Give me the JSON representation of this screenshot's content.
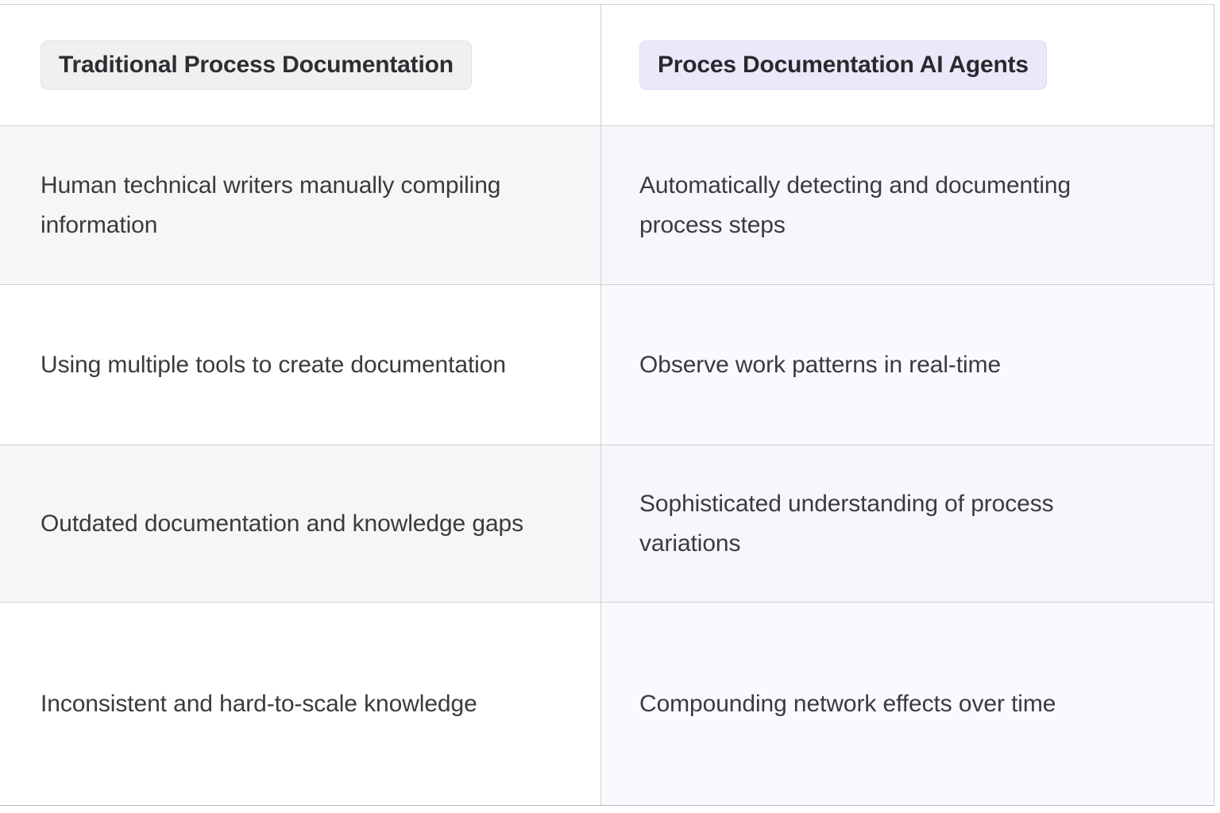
{
  "table": {
    "headers": {
      "left": "Traditional Process Documentation",
      "right": "Proces Documentation AI Agents"
    },
    "rows": [
      {
        "left": "Human technical writers manually compiling information",
        "right": "Automatically detecting and documenting process steps"
      },
      {
        "left": "Using multiple tools to create documentation",
        "right": "Observe work patterns in real-time"
      },
      {
        "left": "Outdated documentation and knowledge gaps",
        "right": "Sophisticated understanding of process variations"
      },
      {
        "left": "Inconsistent and hard-to-scale knowledge",
        "right": "Compounding network effects over time"
      }
    ]
  },
  "colors": {
    "header_left_badge_bg": "#f0f0f1",
    "header_right_badge_bg": "#ece8fa",
    "shaded_left_row_bg": "#f6f6f7",
    "shaded_right_row_bg": "#f8f6fc",
    "plain_right_row_bg": "#fbf9fe",
    "border": "#cfd0d4",
    "text": "#3a3a3f"
  }
}
